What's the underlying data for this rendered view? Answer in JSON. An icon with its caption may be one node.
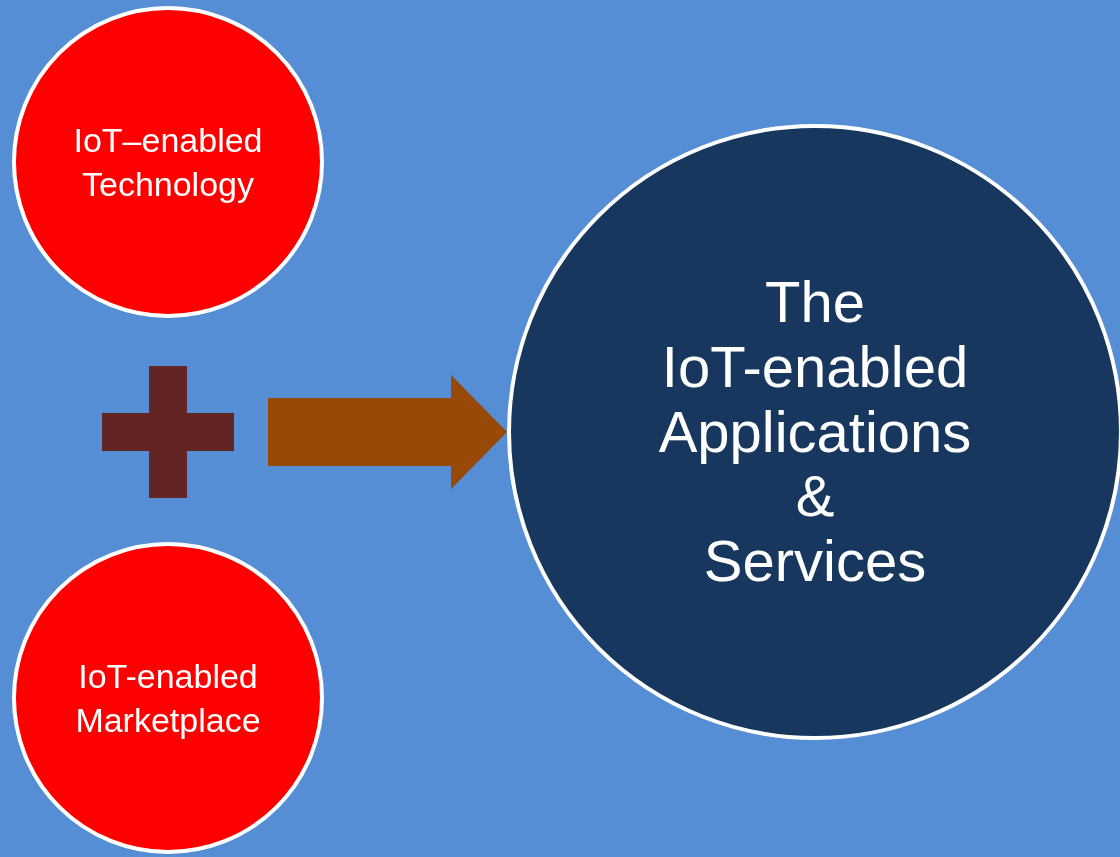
{
  "diagram": {
    "nodes": [
      {
        "text": [
          "IoT–enabled Technology"
        ]
      },
      {
        "text": [
          "IoT-enabled Marketplace"
        ]
      },
      {
        "text": [
          "The IoT-enabled Applications & Services"
        ]
      }
    ],
    "edges": [
      {
        "from": null,
        "to": 2,
        "arrow": "to",
        "color": "#984807"
      }
    ]
  }
}
